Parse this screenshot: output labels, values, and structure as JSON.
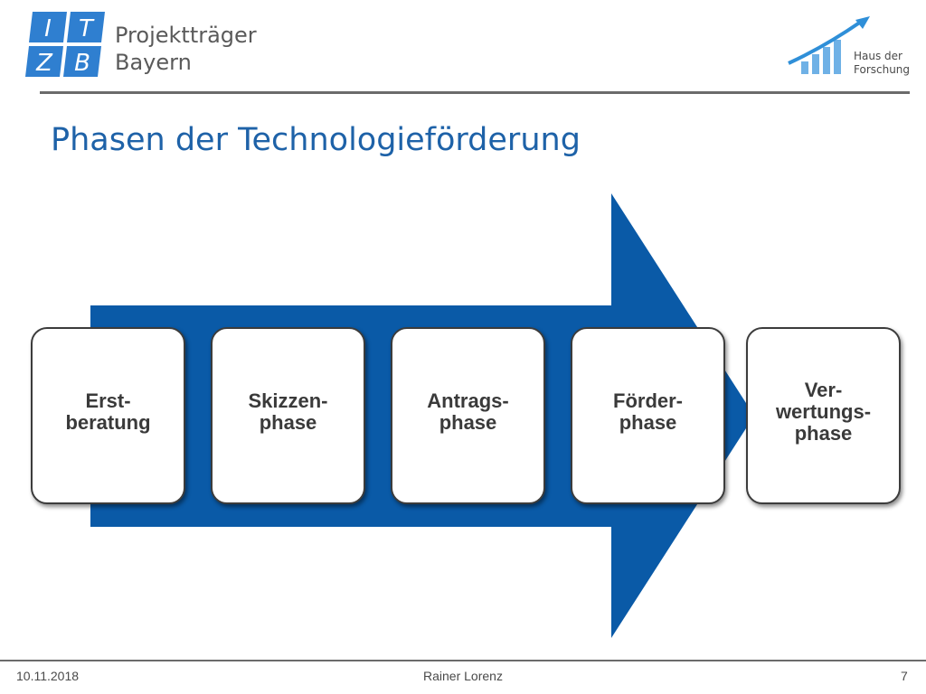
{
  "header": {
    "logo_letters": [
      "I",
      "T",
      "Z",
      "B"
    ],
    "logo_line1": "Projektträger",
    "logo_line2": "Bayern",
    "partner_line1": "Haus der",
    "partner_line2": "Forschung"
  },
  "title": "Phasen der Technologieförderung",
  "phases": [
    {
      "label": "Erst-\nberatung"
    },
    {
      "label": "Skizzen-\nphase"
    },
    {
      "label": "Antrags-\nphase"
    },
    {
      "label": "Förder-\nphase"
    },
    {
      "label": "Ver-\nwertungs-\nphase"
    }
  ],
  "footer": {
    "date": "10.11.2018",
    "author": "Rainer Lorenz",
    "page": "7"
  },
  "colors": {
    "arrow": "#0a5aa7",
    "title": "#1e62a8",
    "logo_blue": "#2f7fd0"
  }
}
